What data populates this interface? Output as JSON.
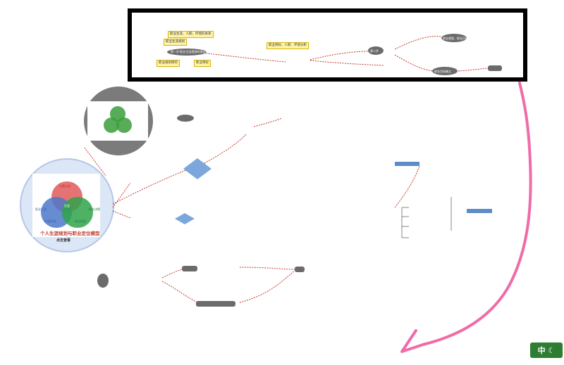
{
  "colors": {
    "frame": "#000000",
    "connector": "#c0392b",
    "note": "#fff3a8",
    "pink_arrow": "#f06ba8",
    "venn_red": "#e05a5a",
    "venn_blue": "#4d78c9",
    "venn_green": "#2fa34a"
  },
  "top_frame": {
    "root_node": "第一步:职业生涯规划的理论基础",
    "notes": [
      "职业生涯、人职、环境的关系",
      "职业生涯规划",
      "职业规划目的",
      "职业目标",
      "职业目标、人职、环境分析"
    ],
    "right_nodes": [
      "第二步",
      "职业规划、职业目标",
      "职业目标确立"
    ]
  },
  "venn": {
    "top": "自我认知",
    "left": "外部环境",
    "right": "职业机会",
    "center": "生涯",
    "outer_left": "职业生涯",
    "outer_right": "职业决策",
    "title": "个人生涯规划与职业定位模型",
    "button": "点击查看"
  },
  "ime": {
    "label": "中"
  }
}
